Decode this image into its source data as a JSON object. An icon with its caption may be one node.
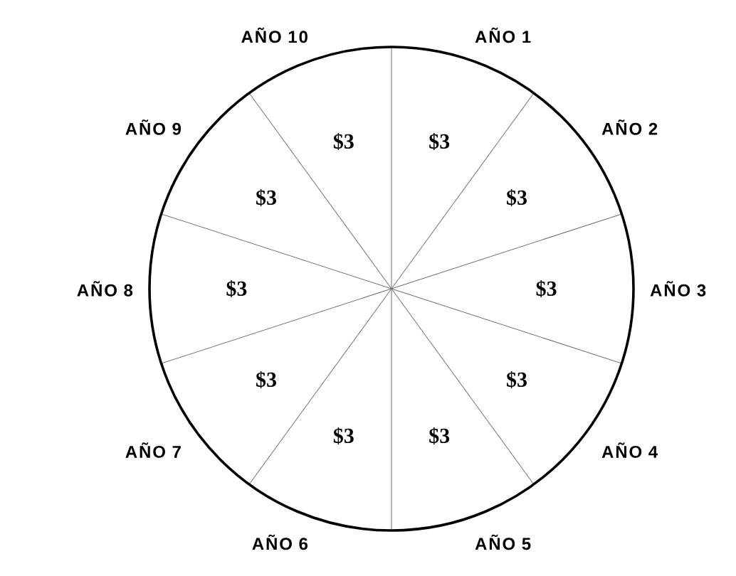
{
  "diagram": {
    "nodes": [
      {
        "text": [
          "$3"
        ]
      },
      {
        "text": [
          "$3"
        ]
      },
      {
        "text": [
          "$3"
        ]
      },
      {
        "text": [
          "$3"
        ]
      },
      {
        "text": [
          "$3"
        ]
      },
      {
        "text": [
          "$3"
        ]
      },
      {
        "text": [
          "$3"
        ]
      },
      {
        "text": [
          "$3"
        ]
      },
      {
        "text": [
          "$3"
        ]
      },
      {
        "text": [
          "$3"
        ]
      }
    ],
    "labels": [
      "AÑO 1",
      "AÑO 2",
      "AÑO 3",
      "AÑO 4",
      "AÑO 5",
      "AÑO 6",
      "AÑO 7",
      "AÑO 8",
      "AÑO 9",
      "AÑO 10"
    ]
  }
}
